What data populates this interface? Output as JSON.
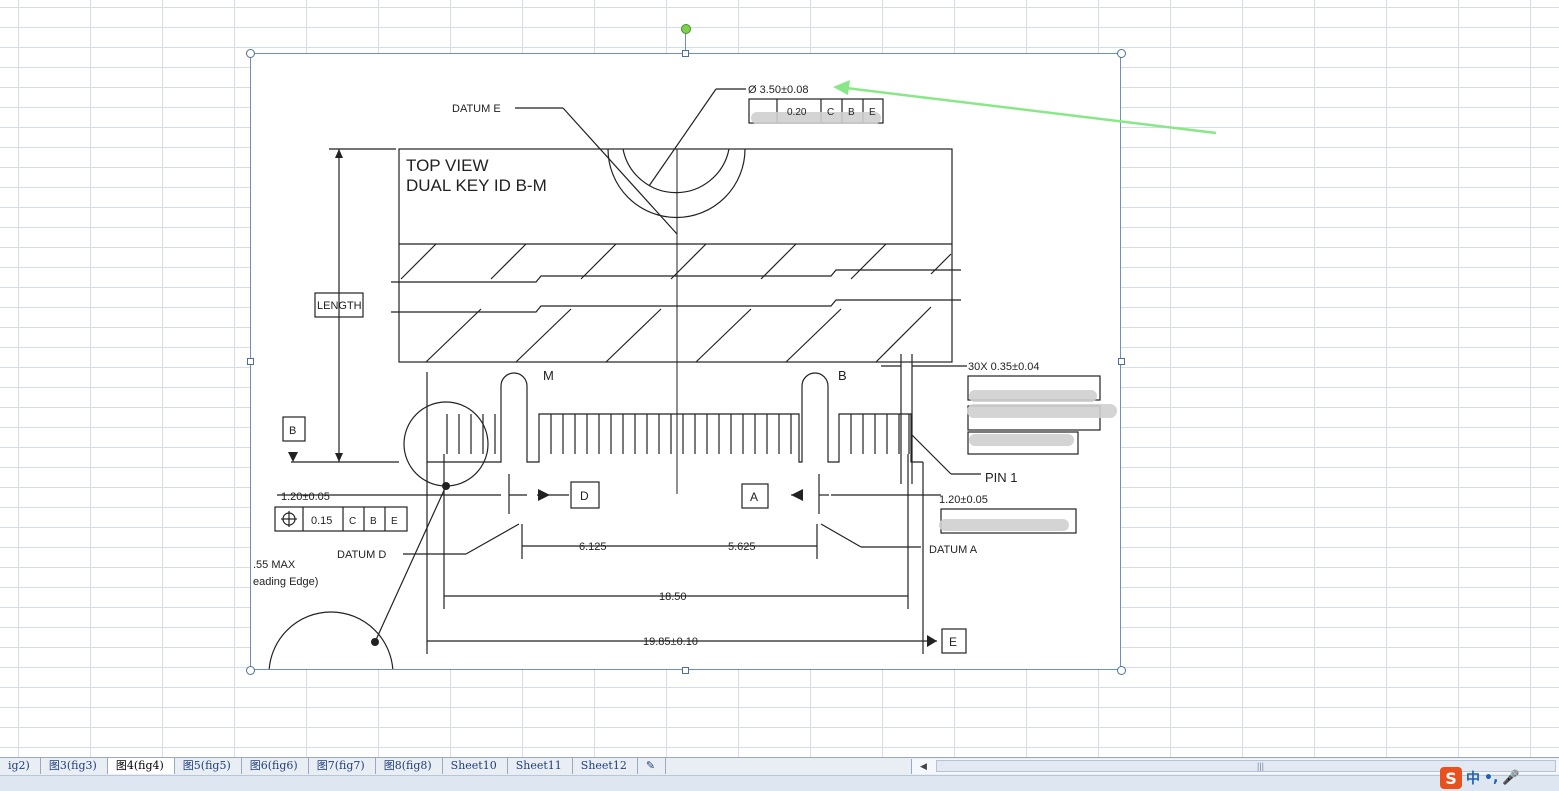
{
  "drawing": {
    "view_title_1": "TOP VIEW",
    "view_title_2": "DUAL KEY ID B-M",
    "hole_diameter": "Ø 3.50±0.08",
    "hole_tol_value": "0.20",
    "hole_tol_refs": [
      "C",
      "B",
      "E"
    ],
    "datum_e_label": "DATUM E",
    "length_label": "LENGTH",
    "key_m": "M",
    "key_b": "B",
    "pin_spec": "30X 0.35±0.04",
    "pin1_label": "PIN 1",
    "datum_b_box": "B",
    "datum_d_box": "D",
    "datum_a_box": "A",
    "datum_e_box": "E",
    "left_tol_dim": "1.20±0.05",
    "left_tol_value": "0.15",
    "left_tol_refs": [
      "C",
      "B",
      "E"
    ],
    "right_tol_dim": "1.20±0.05",
    "datum_d_label": "DATUM D",
    "datum_a_label": "DATUM A",
    "dim_6125": "6.125",
    "dim_5625": "5.625",
    "dim_1850": "18.50",
    "dim_1985": "19.85±0.10",
    "max_note_1": ".55 MAX",
    "max_note_2": "eading Edge)"
  },
  "sheet_tabs": [
    {
      "label": "ig2)",
      "active": false
    },
    {
      "label": "图3(fig3)",
      "active": false
    },
    {
      "label": "图4(fig4)",
      "active": true
    },
    {
      "label": "图5(fig5)",
      "active": false
    },
    {
      "label": "图6(fig6)",
      "active": false
    },
    {
      "label": "图7(fig7)",
      "active": false
    },
    {
      "label": "图8(fig8)",
      "active": false
    },
    {
      "label": "Sheet10",
      "active": false
    },
    {
      "label": "Sheet11",
      "active": false
    },
    {
      "label": "Sheet12",
      "active": false
    }
  ],
  "ime": {
    "logo": "S",
    "mode": "中",
    "punct": "•,"
  },
  "colors": {
    "annotation_arrow": "#88e888",
    "selection_border": "#6f8fb8",
    "rotate_handle": "#7fd14a"
  }
}
